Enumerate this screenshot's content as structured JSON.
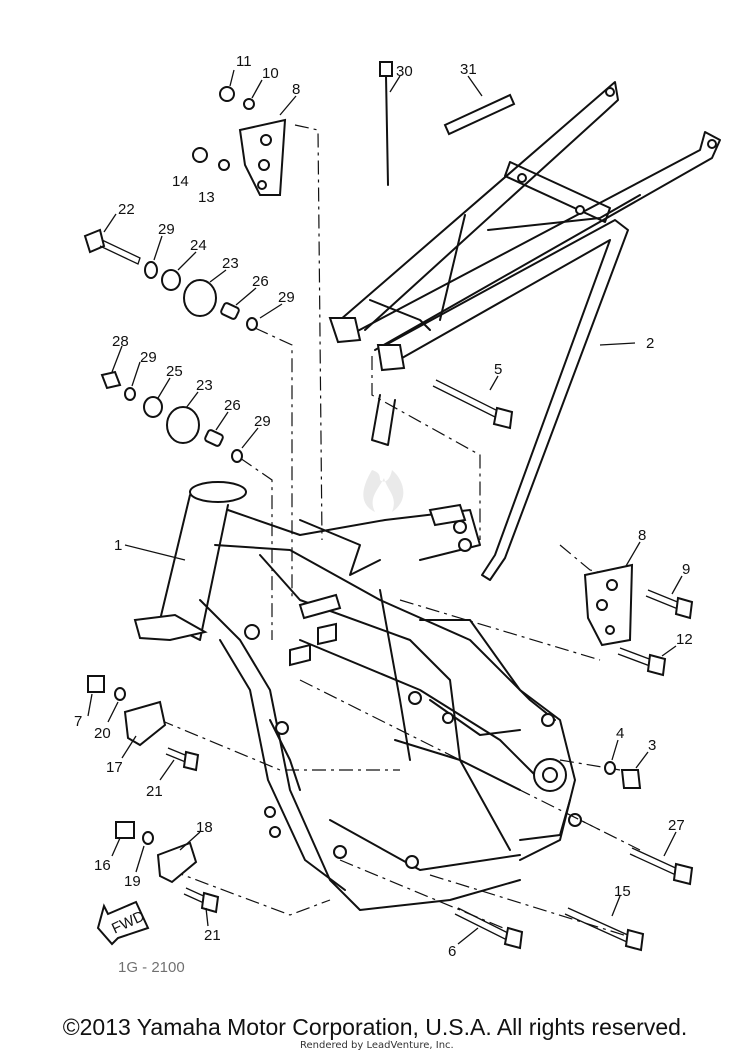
{
  "diagram": {
    "callouts": {
      "c1": "1",
      "c2": "2",
      "c3": "3",
      "c4": "4",
      "c5": "5",
      "c6": "6",
      "c7": "7",
      "c8a": "8",
      "c8b": "8",
      "c9": "9",
      "c10": "10",
      "c11": "11",
      "c12": "12",
      "c13": "13",
      "c14": "14",
      "c15": "15",
      "c16": "16",
      "c17": "17",
      "c18": "18",
      "c19": "19",
      "c20": "20",
      "c21a": "21",
      "c21b": "21",
      "c22": "22",
      "c23a": "23",
      "c23b": "23",
      "c24": "24",
      "c25": "25",
      "c26a": "26",
      "c26b": "26",
      "c27": "27",
      "c28": "28",
      "c29a": "29",
      "c29b": "29",
      "c29c": "29",
      "c29d": "29",
      "c30": "30",
      "c31": "31"
    },
    "fwd_label": "FWD",
    "ref_code": "1G - 2100"
  },
  "footer": {
    "copyright": "©2013 Yamaha Motor Corporation, U.S.A. All rights reserved.",
    "rendered_by": "Rendered by LeadVenture, Inc."
  }
}
